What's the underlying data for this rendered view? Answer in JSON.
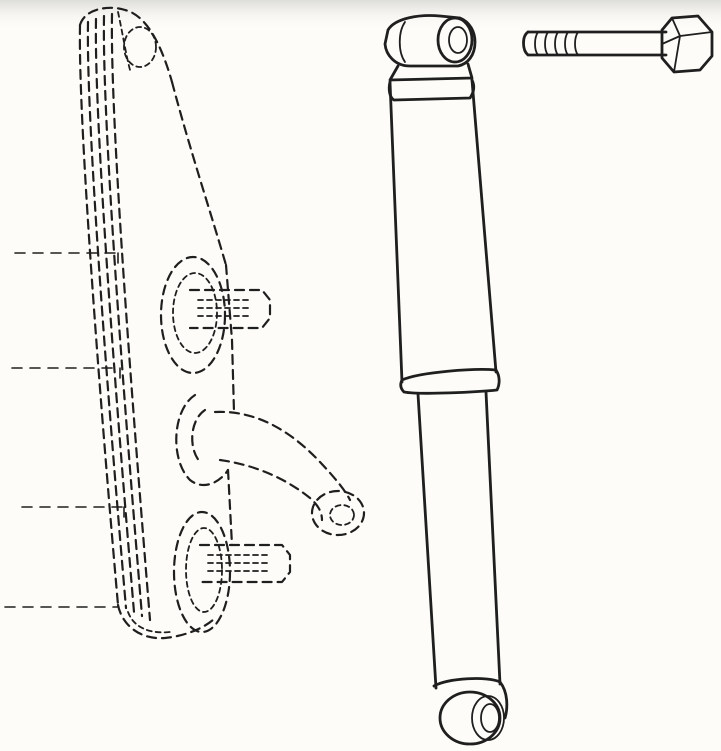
{
  "diagram": {
    "parts": [
      {
        "id": "leaf-spring-bracket",
        "style": "dashed"
      },
      {
        "id": "upper-stud",
        "style": "dashed"
      },
      {
        "id": "spring-eye-shackle",
        "style": "dashed"
      },
      {
        "id": "lower-stud",
        "style": "dashed"
      },
      {
        "id": "shock-absorber",
        "style": "solid"
      },
      {
        "id": "mounting-bolt",
        "style": "solid"
      }
    ],
    "leader_lines": 4,
    "colors": {
      "paper": "#fdfcf8",
      "ink": "#1f1f1f"
    }
  }
}
